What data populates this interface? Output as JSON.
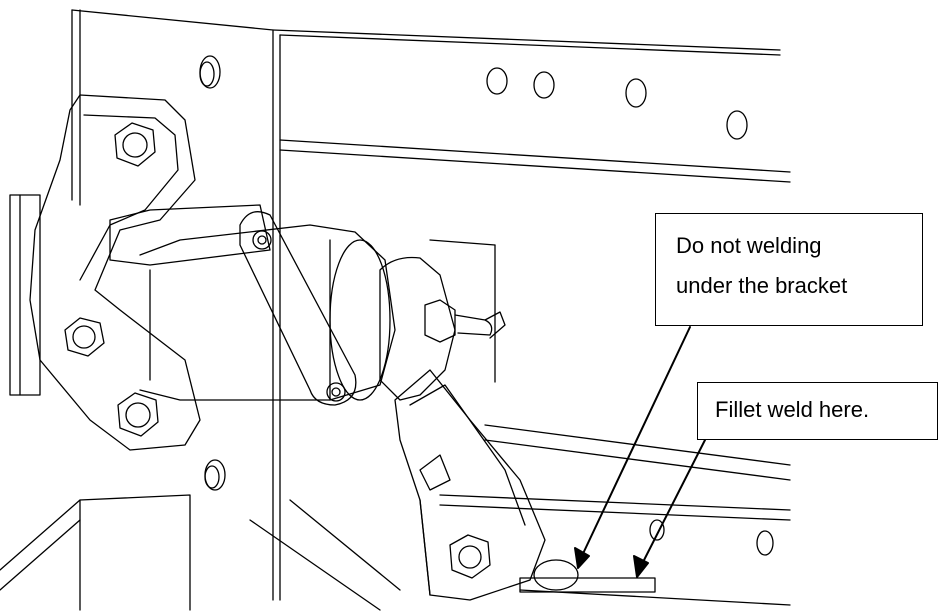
{
  "callouts": [
    {
      "lines": [
        "Do not welding",
        "under the bracket"
      ]
    },
    {
      "lines": [
        "Fillet weld here."
      ]
    }
  ],
  "colors": {
    "line": "#000000",
    "background": "#ffffff"
  }
}
